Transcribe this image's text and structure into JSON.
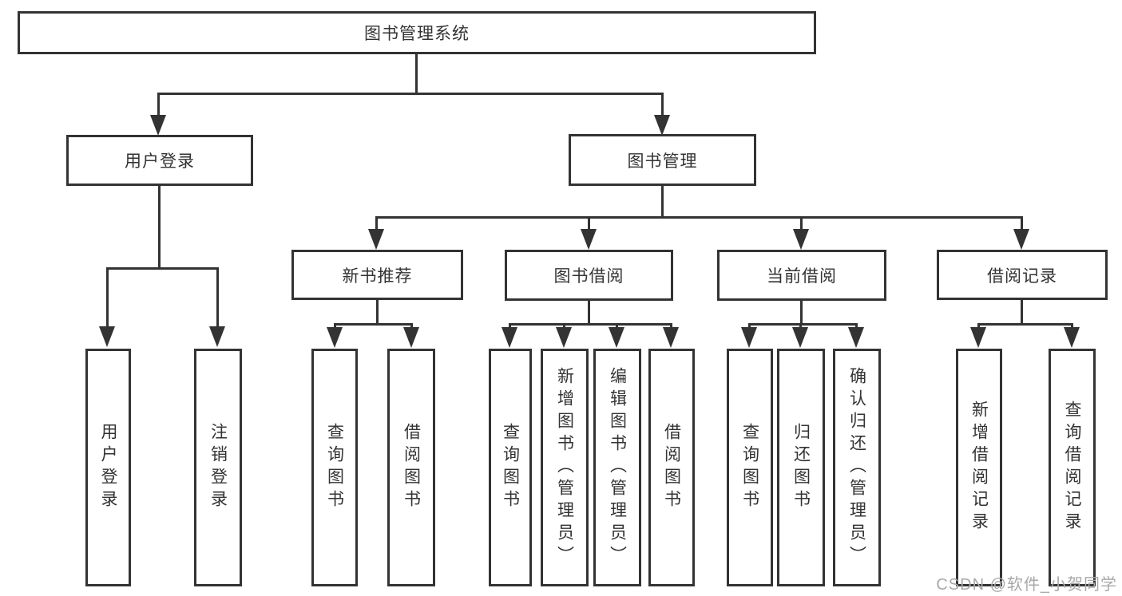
{
  "tree": {
    "label": "图书管理系统",
    "children": [
      {
        "label": "用户登录",
        "children": [
          {
            "label": "用户登录"
          },
          {
            "label": "注销登录"
          }
        ]
      },
      {
        "label": "图书管理",
        "children": [
          {
            "label": "新书推荐",
            "children": [
              {
                "label": "查询图书"
              },
              {
                "label": "借阅图书"
              }
            ]
          },
          {
            "label": "图书借阅",
            "children": [
              {
                "label": "查询图书"
              },
              {
                "label": "新增图书（管理员）"
              },
              {
                "label": "编辑图书（管理员）"
              },
              {
                "label": "借阅图书"
              }
            ]
          },
          {
            "label": "当前借阅",
            "children": [
              {
                "label": "查询图书"
              },
              {
                "label": "归还图书"
              },
              {
                "label": "确认归还（管理员）"
              }
            ]
          },
          {
            "label": "借阅记录",
            "children": [
              {
                "label": "新增借阅记录"
              },
              {
                "label": "查询借阅记录"
              }
            ]
          }
        ]
      }
    ]
  },
  "watermark": "CSDN @软件_小贺同学",
  "colors": {
    "line": "#333333",
    "box_border": "#333333",
    "text": "#333333",
    "background": "#ffffff",
    "watermark": "#a8a8a8"
  }
}
